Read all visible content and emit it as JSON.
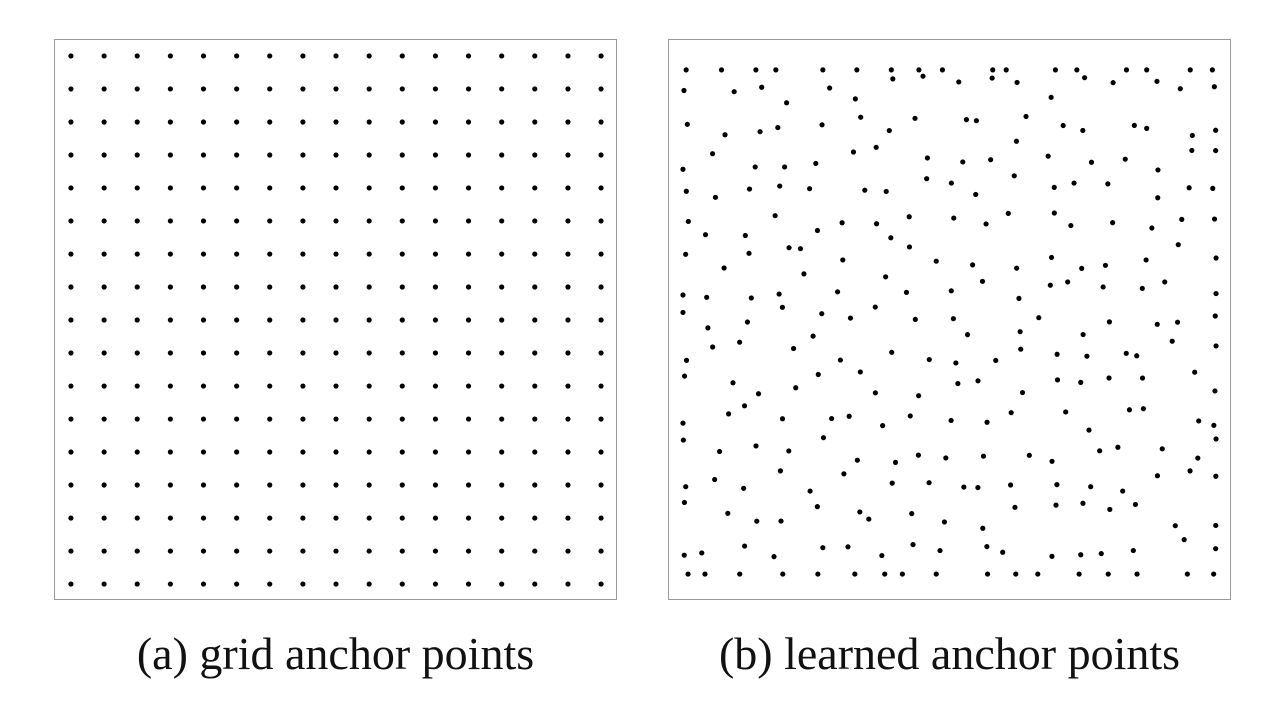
{
  "figure": {
    "panels": [
      {
        "id": "a",
        "caption": "(a) grid anchor points",
        "kind": "grid",
        "rows": 17,
        "cols": 17
      },
      {
        "id": "b",
        "caption": "(b) learned anchor points",
        "kind": "learned",
        "rows": 17,
        "cols": 17
      }
    ],
    "dot_color": "#000000",
    "border_color": "#9a9a9a"
  }
}
